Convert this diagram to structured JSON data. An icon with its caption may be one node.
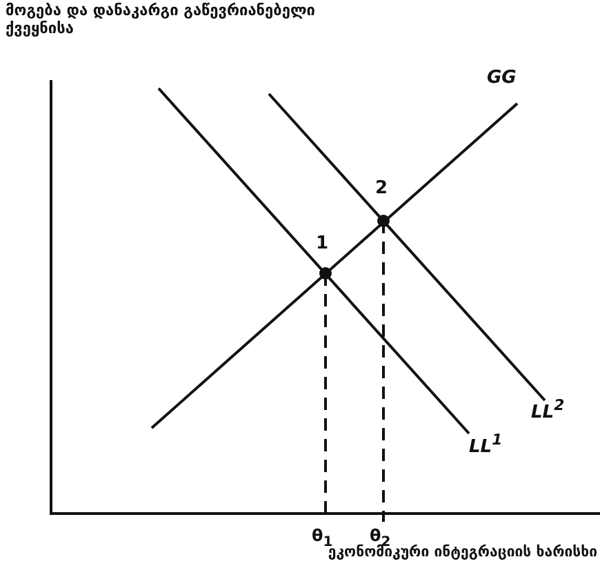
{
  "diagram": {
    "labels": [
      "მოგება და დანაკარგი გაწევრიანებელი ქვეყნისა",
      "GG",
      "2",
      "1",
      "LL$^{2}$",
      "LL$^{1}$",
      "θ$_{1}$",
      "θ$_{2}$",
      "ეკონომიკური ინტეგრაციის ხარისხი"
    ]
  }
}
